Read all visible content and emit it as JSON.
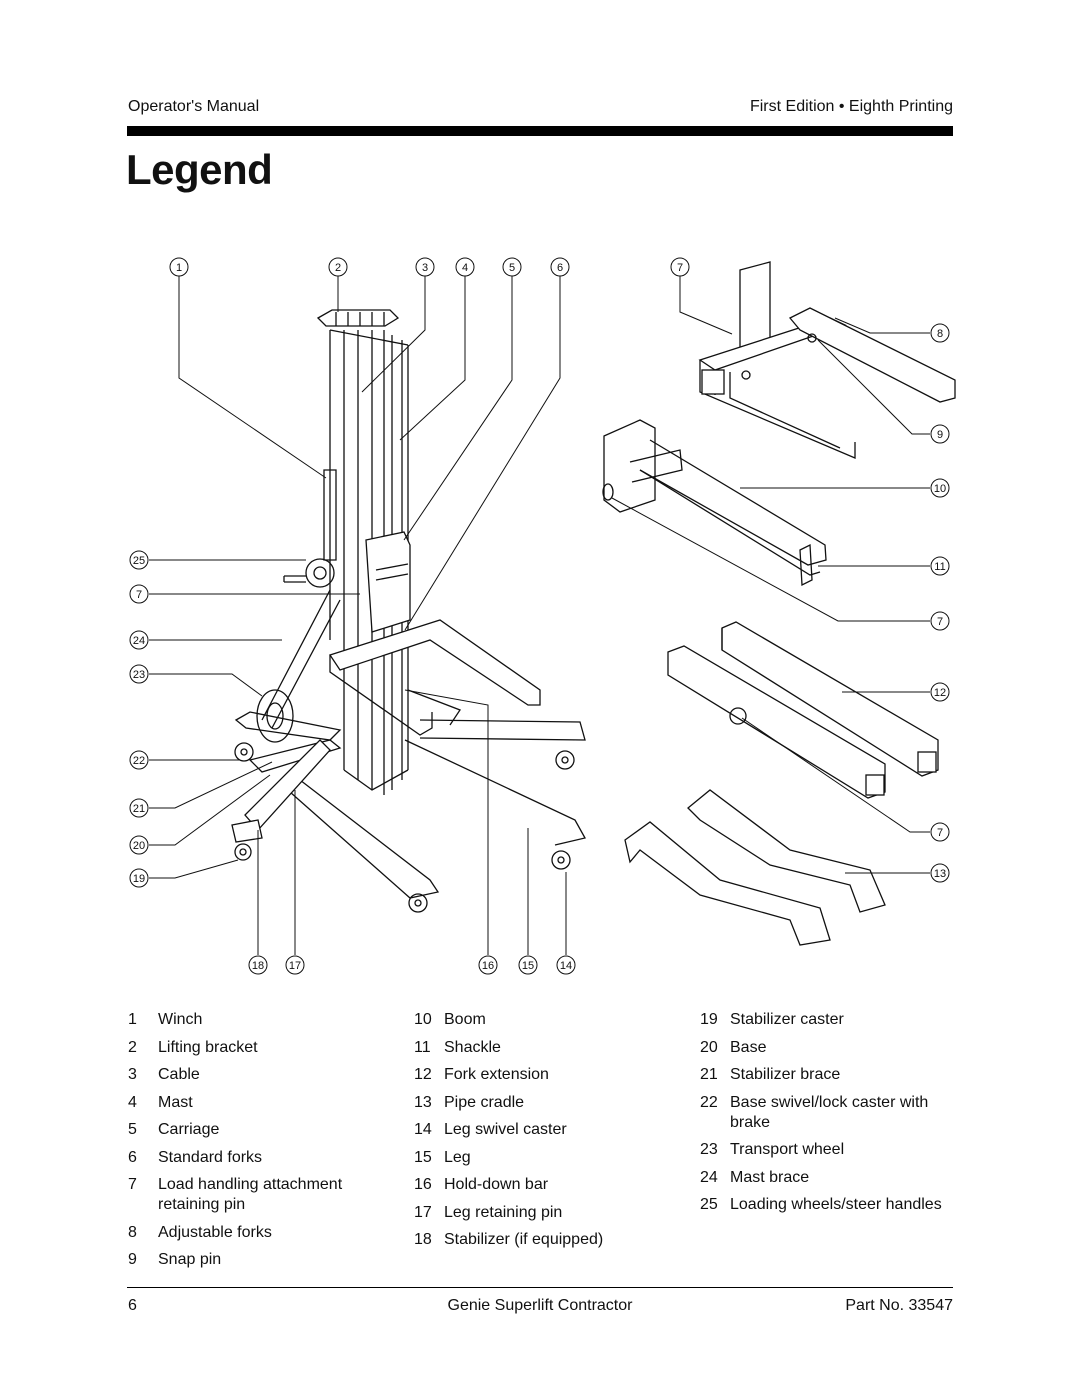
{
  "header": {
    "left": "Operator's Manual",
    "right": "First Edition • Eighth Printing"
  },
  "title": "Legend",
  "callouts": {
    "c1": "1",
    "c2": "2",
    "c3": "3",
    "c4": "4",
    "c5": "5",
    "c6": "6",
    "c7a": "7",
    "c8": "8",
    "c9": "9",
    "c10": "10",
    "c11": "11",
    "c7b": "7",
    "c12": "12",
    "c7c": "7",
    "c13": "13",
    "c25": "25",
    "c7d": "7",
    "c24": "24",
    "c23": "23",
    "c22": "22",
    "c21": "21",
    "c20": "20",
    "c19": "19",
    "c18": "18",
    "c17": "17",
    "c16": "16",
    "c15": "15",
    "c14": "14"
  },
  "legend": {
    "col1": [
      {
        "num": "1",
        "label": "Winch"
      },
      {
        "num": "2",
        "label": "Lifting bracket"
      },
      {
        "num": "3",
        "label": "Cable"
      },
      {
        "num": "4",
        "label": "Mast"
      },
      {
        "num": "5",
        "label": "Carriage"
      },
      {
        "num": "6",
        "label": "Standard forks"
      },
      {
        "num": "7",
        "label": "Load handling attachment retaining pin"
      },
      {
        "num": "8",
        "label": "Adjustable forks"
      },
      {
        "num": "9",
        "label": "Snap pin"
      }
    ],
    "col2": [
      {
        "num": "10",
        "label": "Boom"
      },
      {
        "num": "11",
        "label": "Shackle"
      },
      {
        "num": "12",
        "label": "Fork extension"
      },
      {
        "num": "13",
        "label": "Pipe cradle"
      },
      {
        "num": "14",
        "label": "Leg swivel caster"
      },
      {
        "num": "15",
        "label": "Leg"
      },
      {
        "num": "16",
        "label": "Hold-down bar"
      },
      {
        "num": "17",
        "label": "Leg retaining pin"
      },
      {
        "num": "18",
        "label": "Stabilizer (if equipped)"
      }
    ],
    "col3": [
      {
        "num": "19",
        "label": "Stabilizer caster"
      },
      {
        "num": "20",
        "label": "Base"
      },
      {
        "num": "21",
        "label": "Stabilizer brace"
      },
      {
        "num": "22",
        "label": "Base swivel/lock caster with brake"
      },
      {
        "num": "23",
        "label": "Transport wheel"
      },
      {
        "num": "24",
        "label": "Mast brace"
      },
      {
        "num": "25",
        "label": "Loading wheels/steer handles"
      }
    ]
  },
  "footer": {
    "page": "6",
    "product": "Genie Superlift Contractor",
    "part": "Part No. 33547"
  }
}
